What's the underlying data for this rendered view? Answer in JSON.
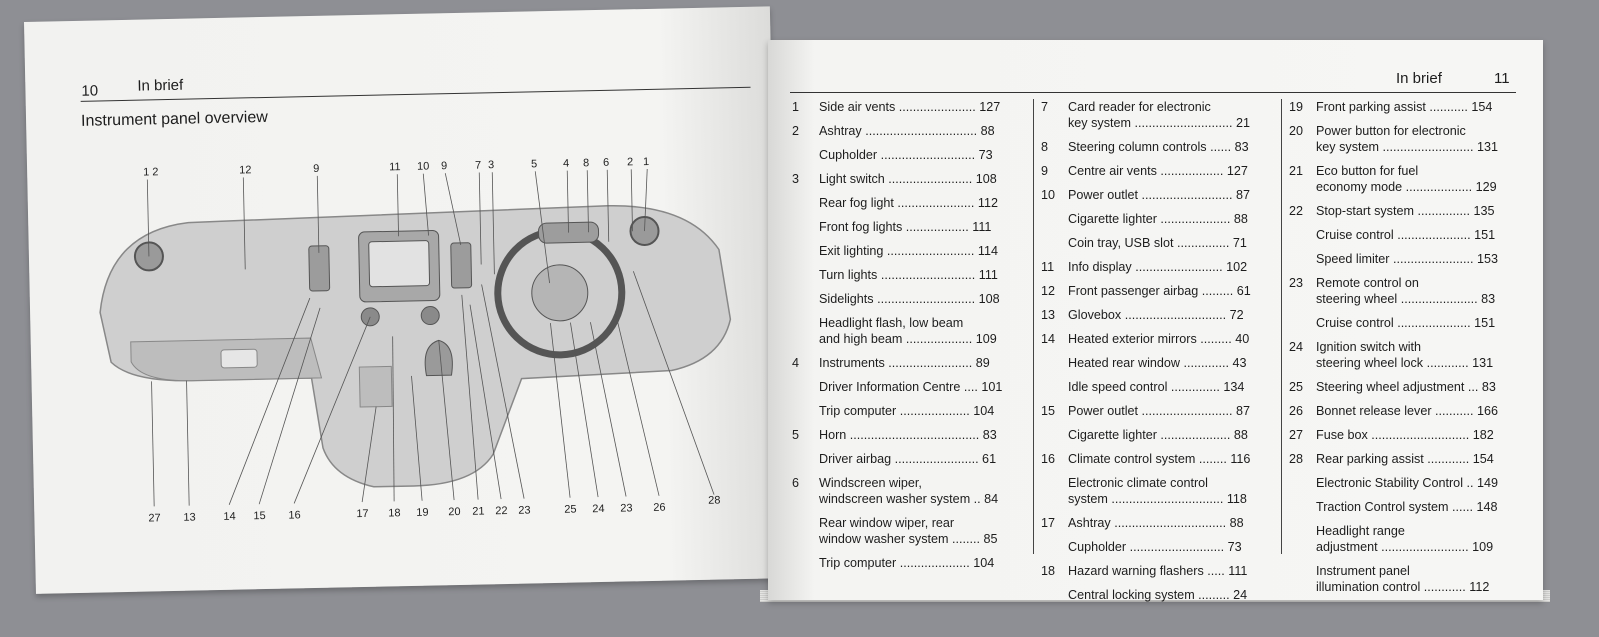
{
  "left_page": {
    "page_number": "10",
    "section": "In brief",
    "title": "Instrument panel overview",
    "callouts_top": [
      "1 2",
      "12",
      "9",
      "11",
      "10",
      "9",
      "7",
      "3",
      "5",
      "4",
      "8",
      "6",
      "2",
      "1"
    ],
    "callouts_bottom": [
      "27",
      "13",
      "14",
      "15",
      "16",
      "17",
      "18",
      "19",
      "20",
      "21",
      "22",
      "23",
      "25",
      "24",
      "23",
      "26",
      "28"
    ]
  },
  "right_page": {
    "page_number": "11",
    "section": "In brief",
    "columns": [
      [
        {
          "num": "1",
          "text": "Side air vents ...................... 127"
        },
        {
          "num": "2",
          "text": "Ashtray ................................ 88"
        },
        {
          "num": "",
          "text": "Cupholder ........................... 73"
        },
        {
          "num": "3",
          "text": "Light switch ........................ 108"
        },
        {
          "num": "",
          "text": "Rear fog light ...................... 112"
        },
        {
          "num": "",
          "text": "Front fog lights .................. 111"
        },
        {
          "num": "",
          "text": "Exit lighting ......................... 114"
        },
        {
          "num": "",
          "text": "Turn lights ........................... 111"
        },
        {
          "num": "",
          "text": "Sidelights ............................ 108"
        },
        {
          "num": "",
          "text": "Headlight flash, low beam\nand high beam ................... 109"
        },
        {
          "num": "4",
          "text": "Instruments ........................ 89"
        },
        {
          "num": "",
          "text": "Driver Information Centre .... 101"
        },
        {
          "num": "",
          "text": "Trip computer .................... 104"
        },
        {
          "num": "5",
          "text": "Horn ..................................... 83"
        },
        {
          "num": "",
          "text": "Driver airbag ........................ 61"
        },
        {
          "num": "6",
          "text": "Windscreen wiper,\nwindscreen washer system .. 84"
        },
        {
          "num": "",
          "text": "Rear window wiper, rear\nwindow washer system ........ 85"
        },
        {
          "num": "",
          "text": "Trip computer .................... 104"
        }
      ],
      [
        {
          "num": "7",
          "text": "Card reader for electronic\nkey system ............................ 21"
        },
        {
          "num": "8",
          "text": "Steering column controls ...... 83"
        },
        {
          "num": "9",
          "text": "Centre air vents .................. 127"
        },
        {
          "num": "10",
          "text": "Power outlet .......................... 87"
        },
        {
          "num": "",
          "text": "Cigarette lighter .................... 88"
        },
        {
          "num": "",
          "text": "Coin tray, USB slot ............... 71"
        },
        {
          "num": "11",
          "text": "Info display ......................... 102"
        },
        {
          "num": "12",
          "text": "Front passenger airbag ......... 61"
        },
        {
          "num": "13",
          "text": "Glovebox ............................. 72"
        },
        {
          "num": "14",
          "text": "Heated exterior mirrors ......... 40"
        },
        {
          "num": "",
          "text": "Heated rear window ............. 43"
        },
        {
          "num": "",
          "text": "Idle speed control .............. 134"
        },
        {
          "num": "15",
          "text": "Power outlet .......................... 87"
        },
        {
          "num": "",
          "text": "Cigarette lighter .................... 88"
        },
        {
          "num": "16",
          "text": "Climate control system ........ 116"
        },
        {
          "num": "",
          "text": "Electronic climate control\nsystem ................................ 118"
        },
        {
          "num": "17",
          "text": "Ashtray ................................ 88"
        },
        {
          "num": "",
          "text": "Cupholder ........................... 73"
        },
        {
          "num": "18",
          "text": "Hazard warning flashers ..... 111"
        },
        {
          "num": "",
          "text": "Central locking system ......... 24"
        }
      ],
      [
        {
          "num": "19",
          "text": "Front parking assist ........... 154"
        },
        {
          "num": "20",
          "text": "Power button for electronic\nkey system .......................... 131"
        },
        {
          "num": "21",
          "text": "Eco button for fuel\neconomy mode ................... 129"
        },
        {
          "num": "22",
          "text": "Stop-start system ............... 135"
        },
        {
          "num": "",
          "text": "Cruise control ..................... 151"
        },
        {
          "num": "",
          "text": "Speed limiter ....................... 153"
        },
        {
          "num": "23",
          "text": "Remote control on\nsteering wheel ...................... 83"
        },
        {
          "num": "",
          "text": "Cruise control ..................... 151"
        },
        {
          "num": "24",
          "text": "Ignition switch with\nsteering wheel lock ............ 131"
        },
        {
          "num": "25",
          "text": "Steering wheel adjustment ... 83"
        },
        {
          "num": "26",
          "text": "Bonnet release lever ........... 166"
        },
        {
          "num": "27",
          "text": "Fuse box ............................ 182"
        },
        {
          "num": "28",
          "text": "Rear parking assist ............ 154"
        },
        {
          "num": "",
          "text": "Electronic Stability Control .. 149"
        },
        {
          "num": "",
          "text": "Traction Control system ...... 148"
        },
        {
          "num": "",
          "text": "Headlight range\nadjustment ......................... 109"
        },
        {
          "num": "",
          "text": "Instrument panel\nillumination control ............ 112"
        }
      ]
    ]
  }
}
